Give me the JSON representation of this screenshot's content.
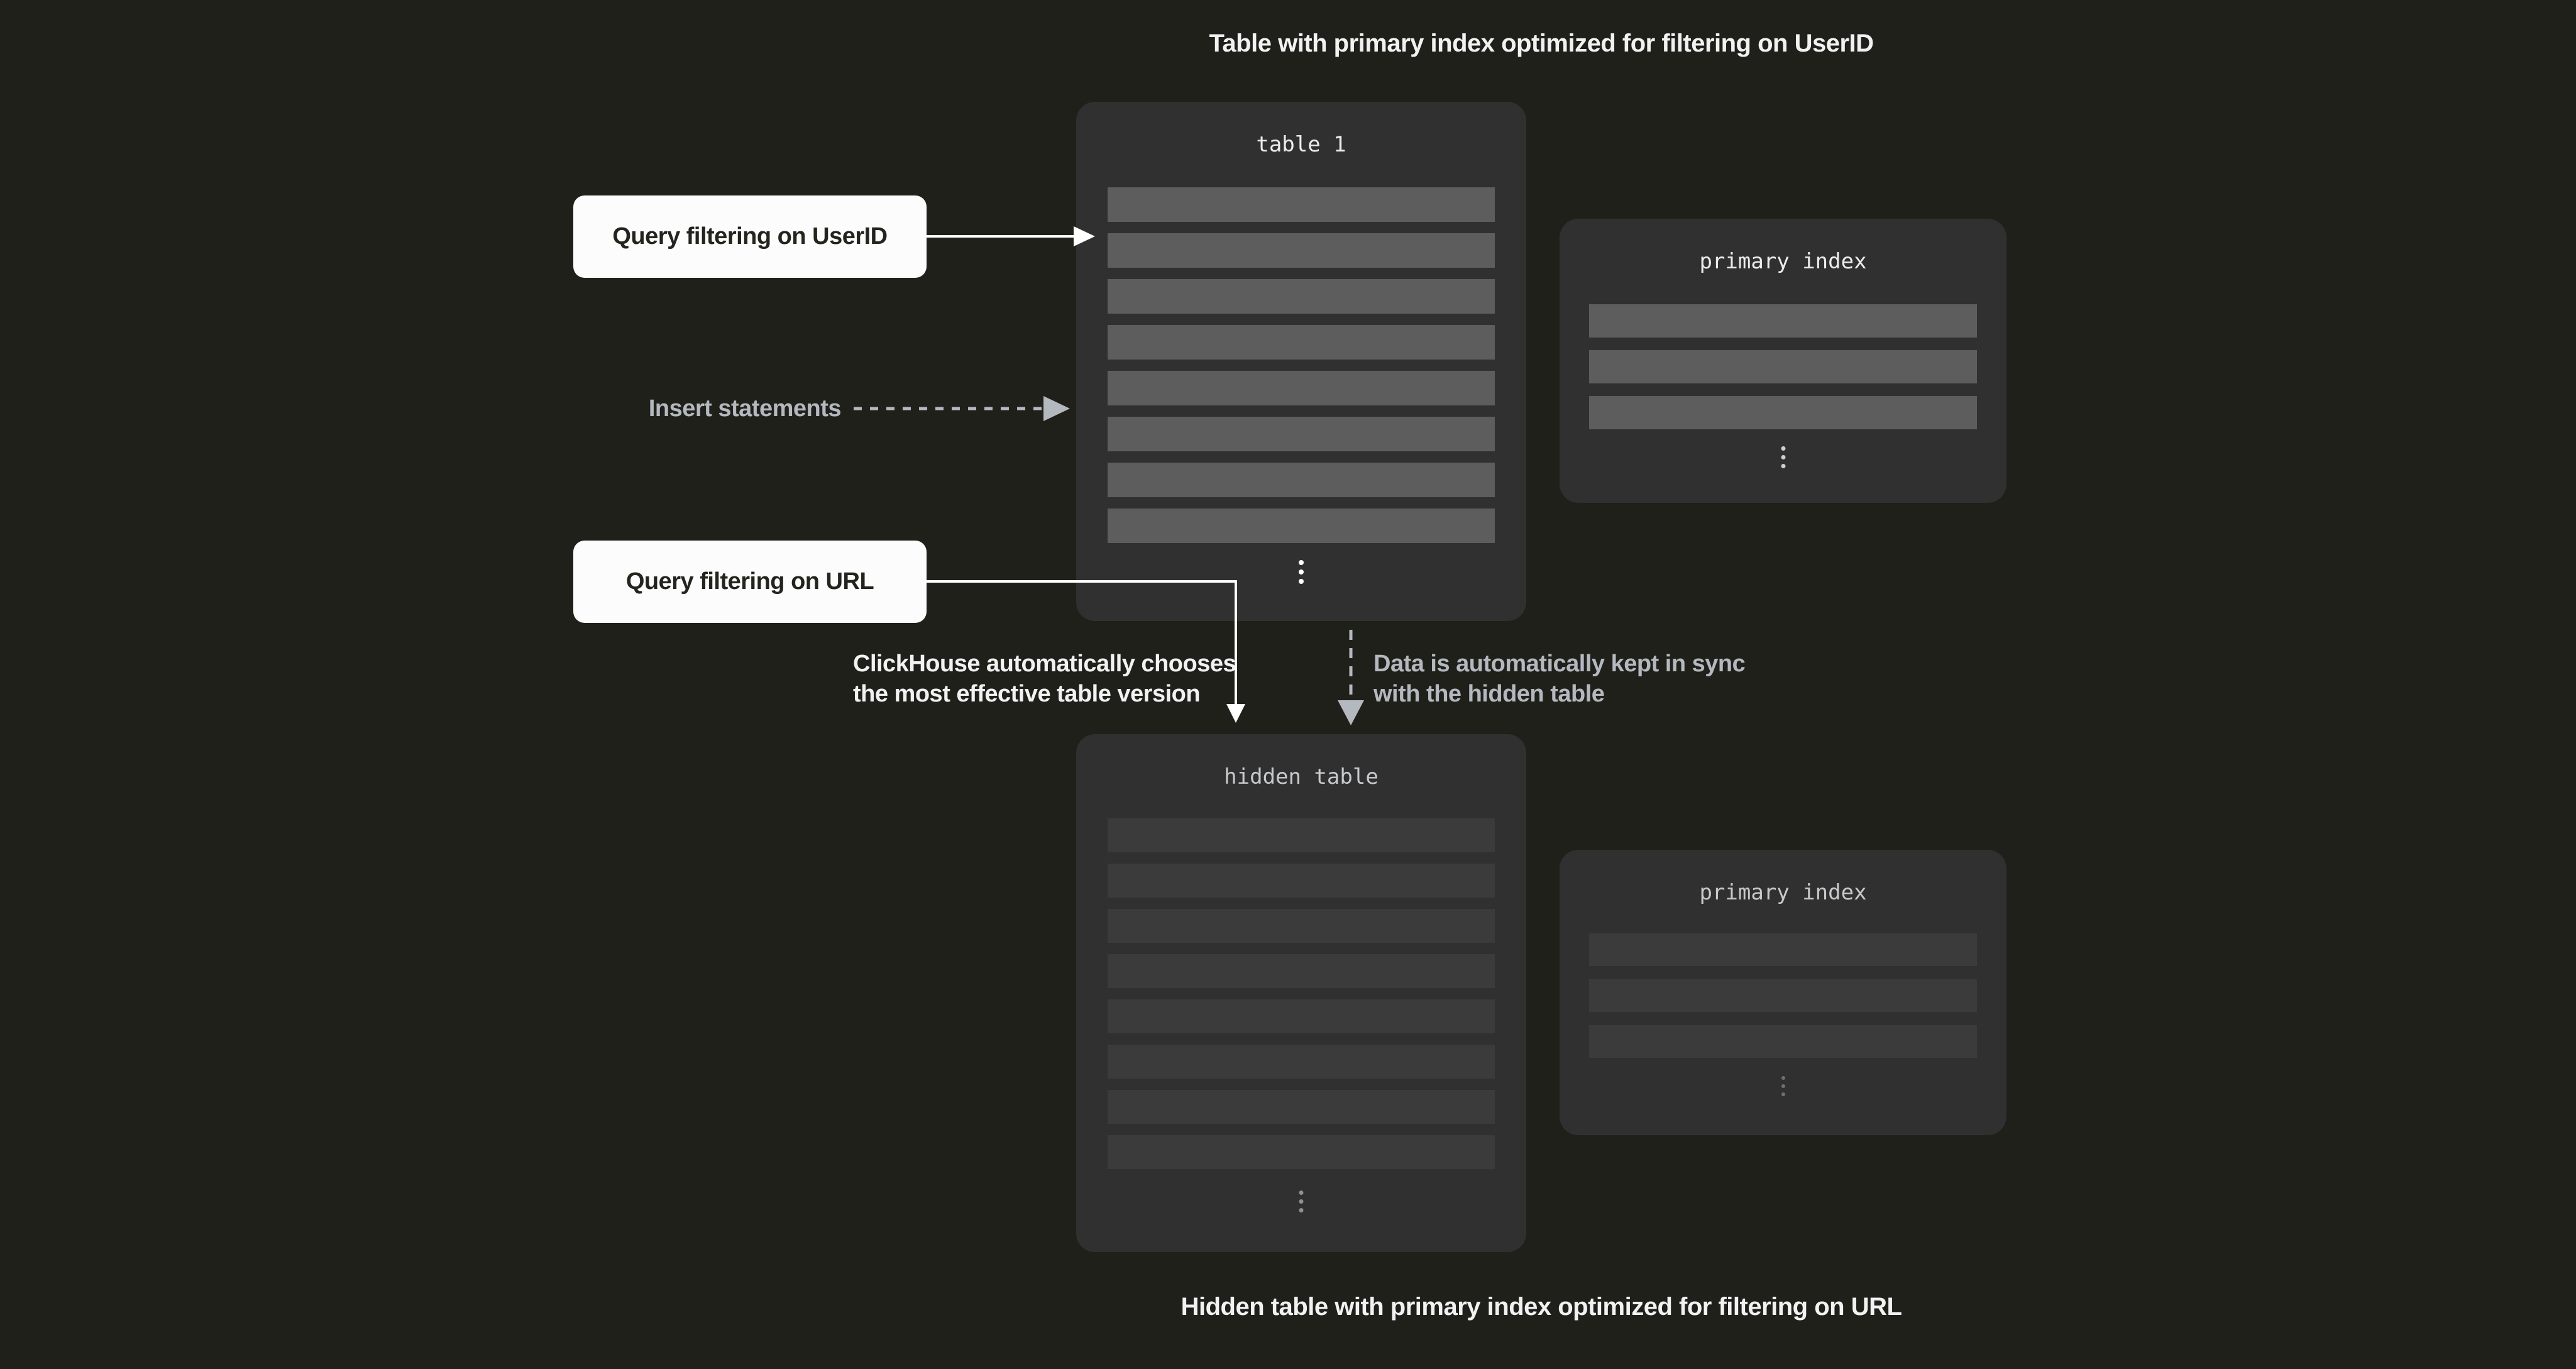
{
  "colors": {
    "background": "#20201b",
    "panel": "#303030",
    "row_bright": "#5d5d5d",
    "row_dim": "#3b3b3b",
    "callout_bg": "#fcfcfc",
    "callout_text": "#24241e",
    "text_white": "#f2f2f2",
    "text_gray": "#b4b8bf",
    "arrow_white": "#ffffff",
    "arrow_gray": "#b4b8bf"
  },
  "titles": {
    "top": "Table with primary index optimized for filtering on UserID",
    "bottom": "Hidden table with primary index optimized for filtering on URL"
  },
  "panels": {
    "table1": {
      "label": "table 1",
      "row_count": 8
    },
    "primary_index_top": {
      "label": "primary index",
      "row_count": 3
    },
    "hidden_table": {
      "label": "hidden table",
      "row_count": 8
    },
    "primary_index_bottom": {
      "label": "primary index",
      "row_count": 3
    }
  },
  "callouts": {
    "query_userid": "Query filtering on UserID",
    "query_url": "Query filtering on URL"
  },
  "annotations": {
    "insert": "Insert statements",
    "chooses_line1": "ClickHouse automatically chooses",
    "chooses_line2": "the most effective table version",
    "sync_line1": "Data is automatically kept in sync",
    "sync_line2": "with the hidden table"
  }
}
